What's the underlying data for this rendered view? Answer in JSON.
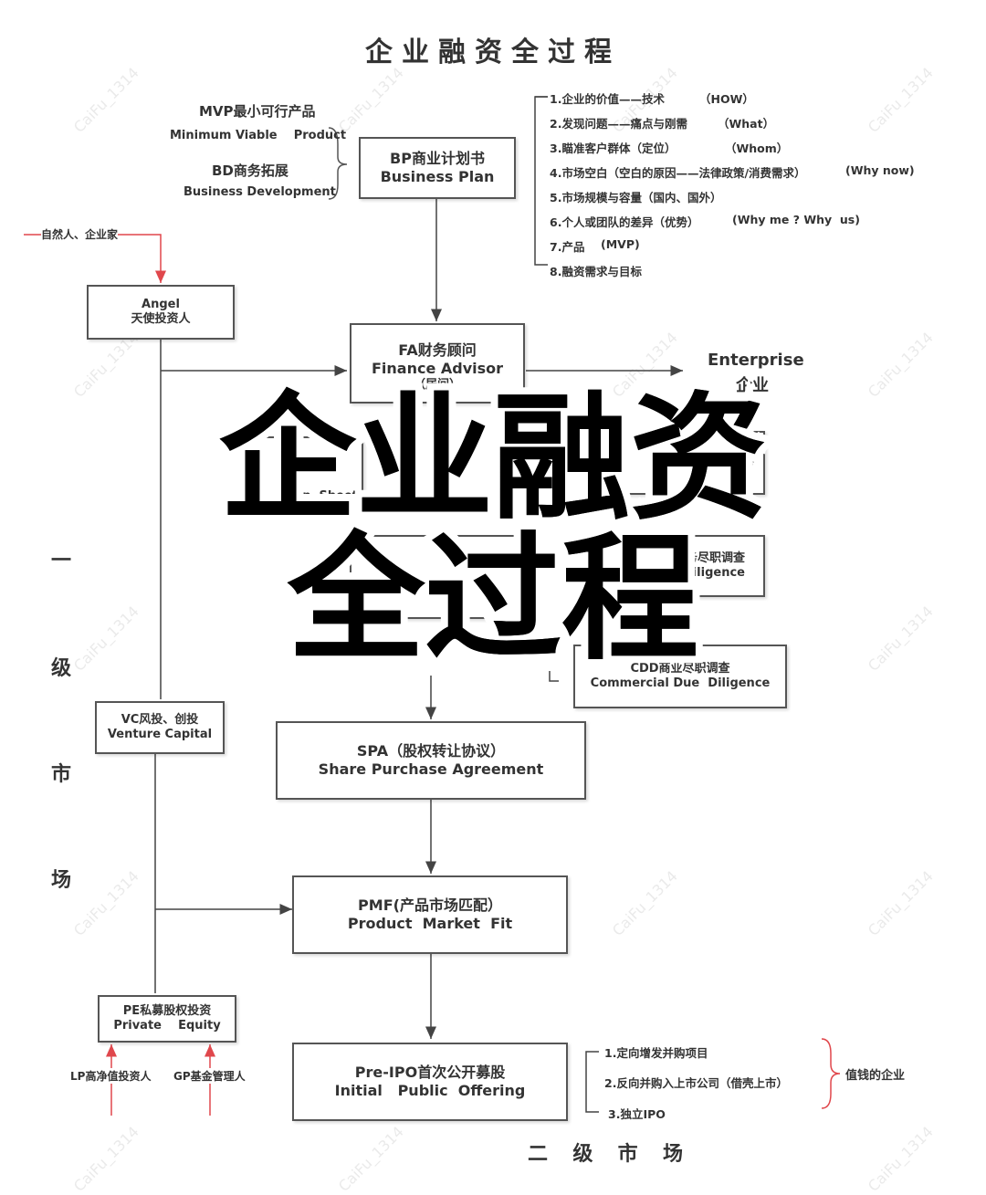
{
  "title": "企业融资全过程",
  "overlay": {
    "line1": "企业融资",
    "line2": "全过程"
  },
  "mvp": {
    "label": "MVP最小可行产品",
    "english": "Minimum Viable    Product",
    "bd_label": "BD商务拓展",
    "bd_english": "Business Development"
  },
  "bp": {
    "cn": "BP商业计划书",
    "en": "Business Plan"
  },
  "bp_points": [
    "1.企业的价值——技术",
    "2.发现问题——痛点与刚需",
    "3.瞄准客户群体（定位）",
    "4.市场空白（空白的原因——法律政策/消费需求）",
    "5.市场规模与容量（国内、国外）",
    "6.个人或团队的差异（优势）",
    "7.产品",
    "8.融资需求与目标"
  ],
  "bp_points_en": [
    "（HOW）",
    "（What）",
    "（Whom）",
    "(Why now)",
    "",
    "(Why me ? Why  us)",
    "(MVP)",
    ""
  ],
  "angel": {
    "source": "自然人、企业家",
    "en": "Angel",
    "cn": "天使投资人"
  },
  "fa": {
    "cn": "FA财务顾问",
    "en": "Finance Advisor",
    "note": "（居间）"
  },
  "enterprise": {
    "en": "Enterprise",
    "cn": "企业"
  },
  "partial": {
    "term_sheet": "n  Sheet",
    "ce": "ce",
    "dd": "DD",
    "dd_cn": "务尽职调查",
    "dd_en": "Due Diligence",
    "cdd_cn": "CDD商业尽职调查",
    "cdd_en": "Commercial Due  Diligence"
  },
  "vc": {
    "cn": "VC风投、创投",
    "en": "Venture Capital"
  },
  "spa": {
    "cn": "SPA（股权转让协议）",
    "en": "Share Purchase Agreement"
  },
  "pmf": {
    "cn": "PMF(产品市场匹配）",
    "en": "Product  Market  Fit"
  },
  "pe": {
    "cn": "PE私募股权投资",
    "en": "Private    Equity",
    "lp": "LP高净值投资人",
    "gp": "GP基金管理人"
  },
  "ipo": {
    "cn": "Pre-IPO首次公开募股",
    "en": "Initial   Public  Offering"
  },
  "ipo_options": [
    "1.定向增发并购项目",
    "2.反向并购入上市公司（借壳上市）",
    "3.独立IPO"
  ],
  "ipo_target": "值钱的企业",
  "primary_market": [
    "一",
    "级",
    "市",
    "场"
  ],
  "secondary_market": "二  级  市  场",
  "watermark": "CaiFu_1314",
  "colors": {
    "accent_red": "#e0474c",
    "line": "#555555"
  }
}
